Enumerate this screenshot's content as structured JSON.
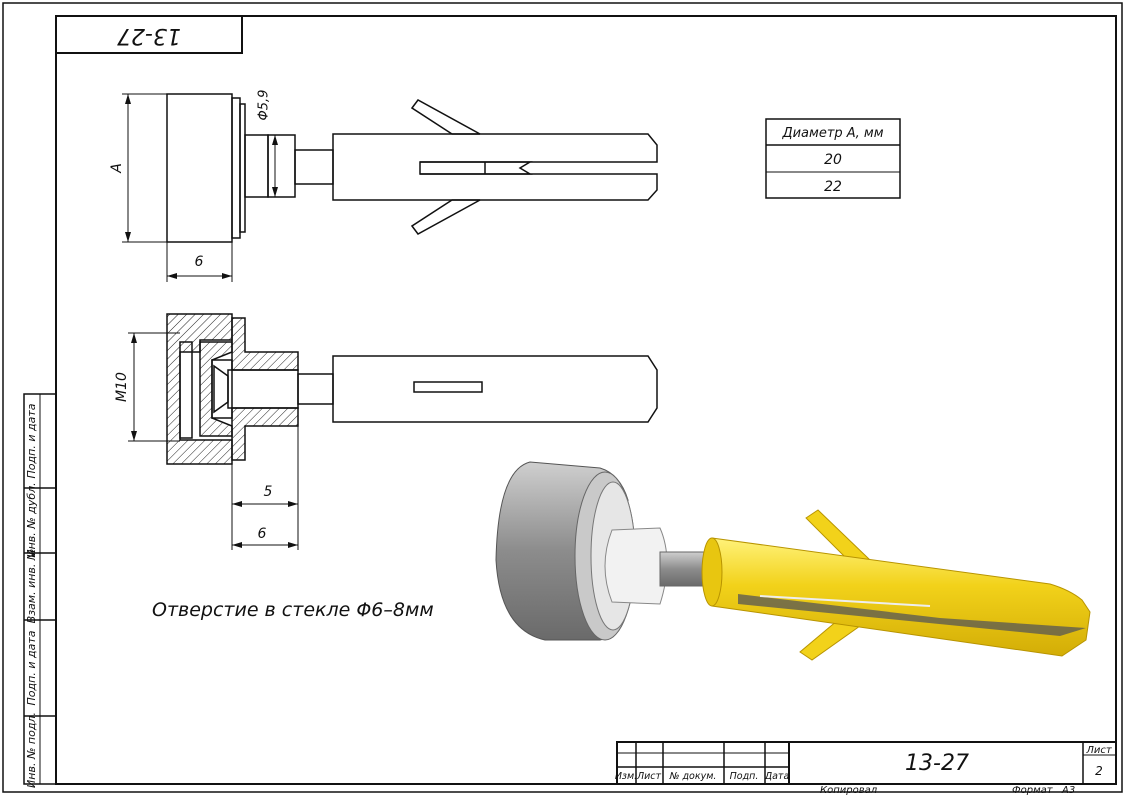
{
  "drawing": {
    "code": "13-27",
    "corner_code": "13-27",
    "note": "Отверстие в стекле Φ6–8мм"
  },
  "dimensions": {
    "dia": "Φ5,9",
    "a": "A",
    "width6_top": "6",
    "m10": "M10",
    "d5": "5",
    "d6": "6"
  },
  "table": {
    "header": "Диаметр А, мм",
    "rows": [
      "20",
      "22"
    ]
  },
  "side_labels": [
    "Инв. № подл.",
    "Подп. и дата",
    "Взам. инв. №",
    "Инв. № дубл.",
    "Подп. и дата"
  ],
  "title_block": {
    "cols": [
      "Изм.",
      "Лист",
      "№ докум.",
      "Подп.",
      "Дата"
    ],
    "sheet_label": "Лист",
    "sheet_no": "2",
    "copied": "Копировал",
    "format_label": "Формат",
    "format_value": "А3"
  },
  "colors": {
    "line": "#111111",
    "yellow": "#f2d21a",
    "grey": "#9a9a9a"
  }
}
